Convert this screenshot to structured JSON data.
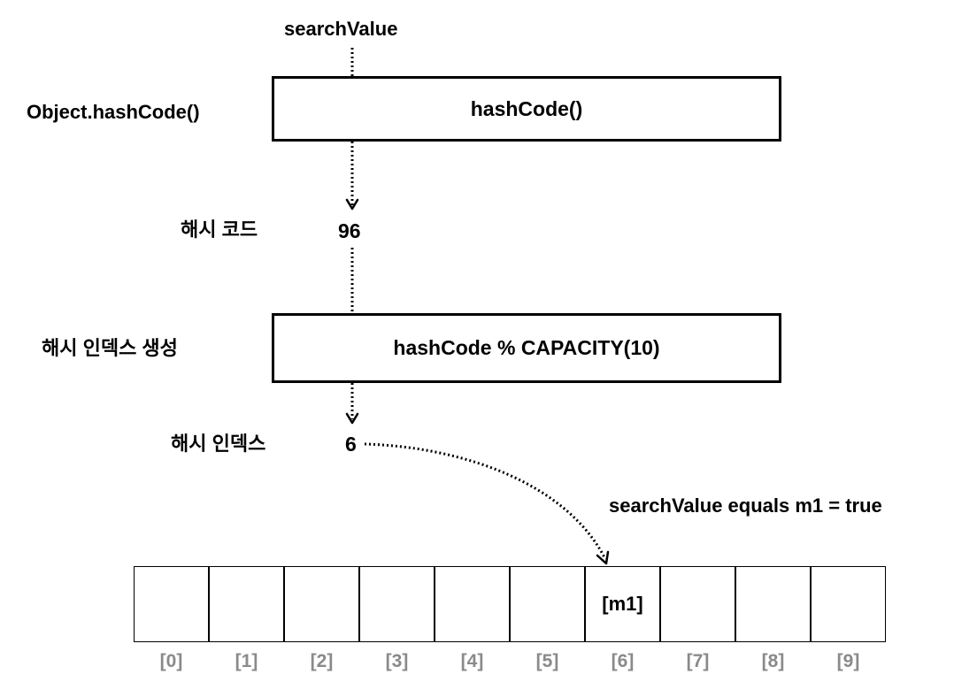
{
  "input_label": "searchValue",
  "hash_function": {
    "side_label": "Object.hashCode()",
    "box_label": "hashCode()"
  },
  "hash_code": {
    "side_label": "해시 코드",
    "value": "96"
  },
  "index_generation": {
    "side_label": "해시 인덱스 생성",
    "box_label": "hashCode % CAPACITY(10)"
  },
  "hash_index": {
    "side_label": "해시 인덱스",
    "value": "6"
  },
  "comparison_note": "searchValue equals m1 = true",
  "array": {
    "cells": [
      "",
      "",
      "",
      "",
      "",
      "",
      "[m1]",
      "",
      "",
      ""
    ],
    "indices": [
      "[0]",
      "[1]",
      "[2]",
      "[3]",
      "[4]",
      "[5]",
      "[6]",
      "[7]",
      "[8]",
      "[9]"
    ]
  },
  "colors": {
    "index_label": "#8a8a8a",
    "stroke": "#000000"
  }
}
